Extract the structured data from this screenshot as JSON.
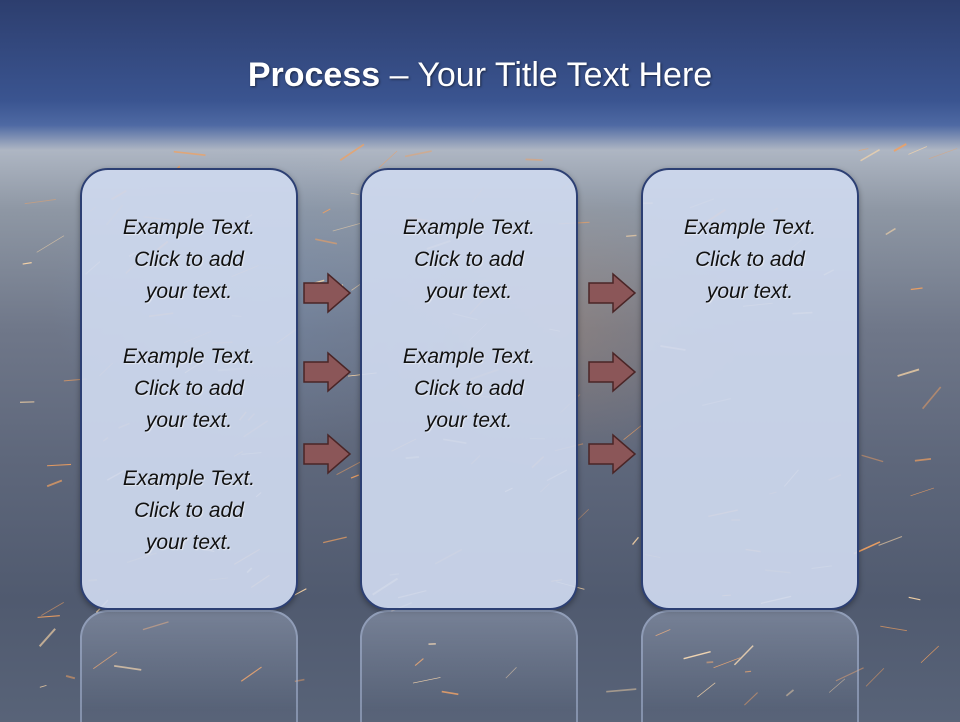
{
  "title": {
    "bold": "Process",
    "rest": " – Your Title Text Here"
  },
  "columns": [
    {
      "items": [
        {
          "line1": "Example Text.",
          "line2": "Click  to add",
          "line3": "your text."
        },
        {
          "line1": "Example Text.",
          "line2": "Click  to add",
          "line3": "your text."
        },
        {
          "line1": "Example Text.",
          "line2": "Click  to add",
          "line3": "your text."
        }
      ]
    },
    {
      "items": [
        {
          "line1": "Example Text.",
          "line2": "Click  to add",
          "line3": "your text."
        },
        {
          "line1": "Example Text.",
          "line2": "Click  to add",
          "line3": "your text."
        }
      ]
    },
    {
      "items": [
        {
          "line1": "Example Text.",
          "line2": "Click  to add",
          "line3": "your text."
        }
      ]
    }
  ],
  "colors": {
    "arrow_fill": "#8b5658",
    "arrow_stroke": "#4a2526",
    "box_border": "#2c3f73",
    "title_bar": "#3a5490"
  },
  "icons": [
    "right-arrow-icon"
  ]
}
